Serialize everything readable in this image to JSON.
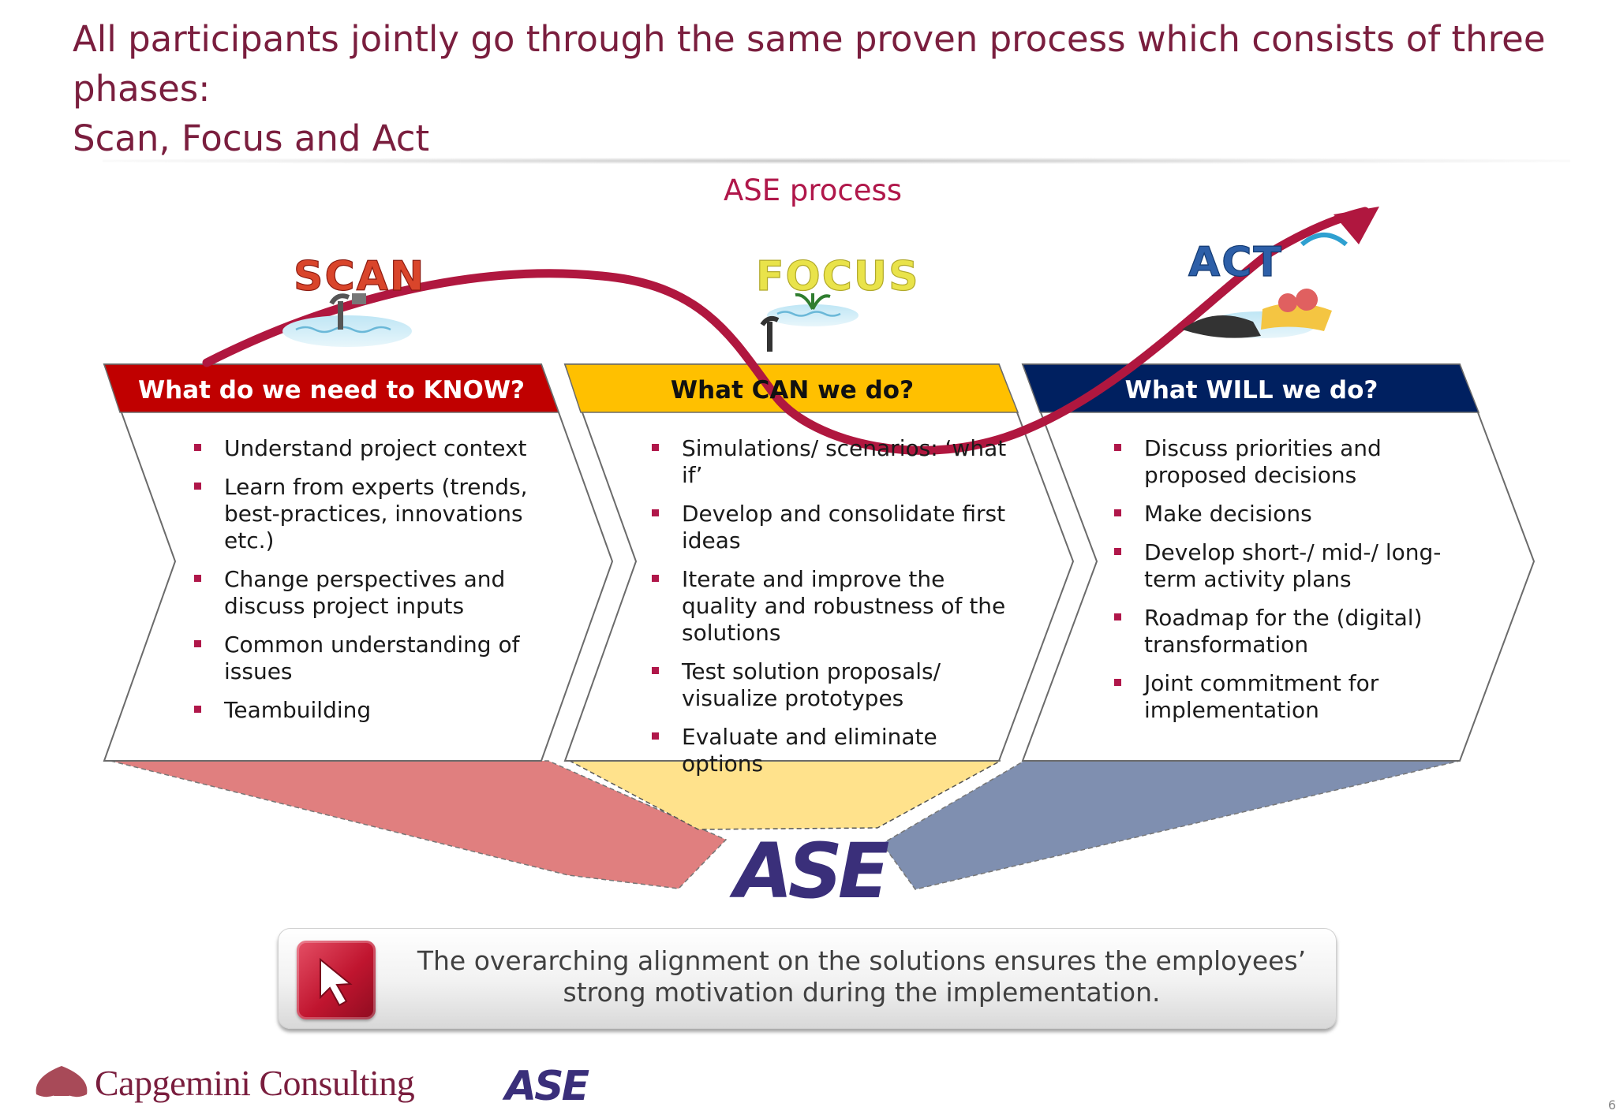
{
  "title": {
    "line1": "All participants jointly go through the same proven process which consists of three phases:",
    "line2": "Scan, Focus and Act"
  },
  "process_label": "ASE process",
  "phases": [
    {
      "word": "SCAN",
      "header": "What do we need to KNOW?",
      "header_color": "#c00000",
      "funnel_color": "#e07f7f",
      "bullets": [
        "Understand project context",
        "Learn from experts (trends, best-practices, innovations etc.)",
        "Change perspectives and discuss project inputs",
        "Common understanding of issues",
        "Teambuilding"
      ]
    },
    {
      "word": "FOCUS",
      "header": "What CAN we do?",
      "header_color": "#ffc000",
      "funnel_color": "#ffe28c",
      "bullets": [
        "Simulations/ scenarios: ‘what if’",
        "Develop and consolidate first ideas",
        "Iterate and improve the quality and robustness of the solutions",
        "Test solution proposals/ visualize prototypes",
        "Evaluate and eliminate options"
      ]
    },
    {
      "word": "ACT",
      "header": "What WILL we do?",
      "header_color": "#002060",
      "funnel_color": "#7f8fb0",
      "bullets": [
        "Discuss priorities and proposed decisions",
        "Make decisions",
        "Develop short-/ mid-/ long-term activity plans",
        "Roadmap for the (digital) transformation",
        "Joint commitment for implementation"
      ]
    }
  ],
  "center_logo": "ASE",
  "callout": {
    "line1": "The overarching alignment on the solutions ensures the employees’",
    "line2": "strong motivation during the implementation.",
    "icon": "cursor-arrow-icon"
  },
  "footer": {
    "brand": "Capgemini Consulting",
    "brand_icon": "spade-icon",
    "logo": "ASE",
    "page_number": "6"
  },
  "colors": {
    "title": "#7a1e3e",
    "accent": "#b0174a",
    "curve": "#b0173f",
    "logo": "#3a2f7a"
  }
}
